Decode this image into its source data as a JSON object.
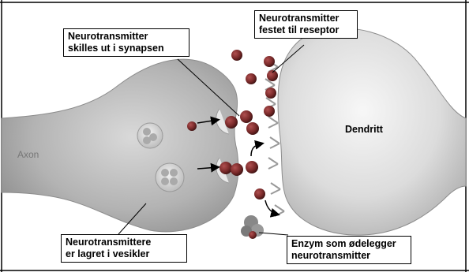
{
  "labels": {
    "released": {
      "line1": "Neurotransmitter",
      "line2": "skilles ut i synapsen"
    },
    "bound": {
      "line1": "Neurotransmitter",
      "line2": "festet til reseptor"
    },
    "stored": {
      "line1": "Neurotransmittere",
      "line2": "er lagret i vesikler"
    },
    "enzyme": {
      "line1": "Enzym som ødelegger",
      "line2": "neurotransmitter"
    },
    "axon": "Axon",
    "dendrite": "Dendritt"
  },
  "colors": {
    "neurotransmitter": "#7a2a2a",
    "neuron_body": "#bdbdbd",
    "neuron_shadow": "#8c8c8c",
    "receptor": "#9a9a9a"
  }
}
